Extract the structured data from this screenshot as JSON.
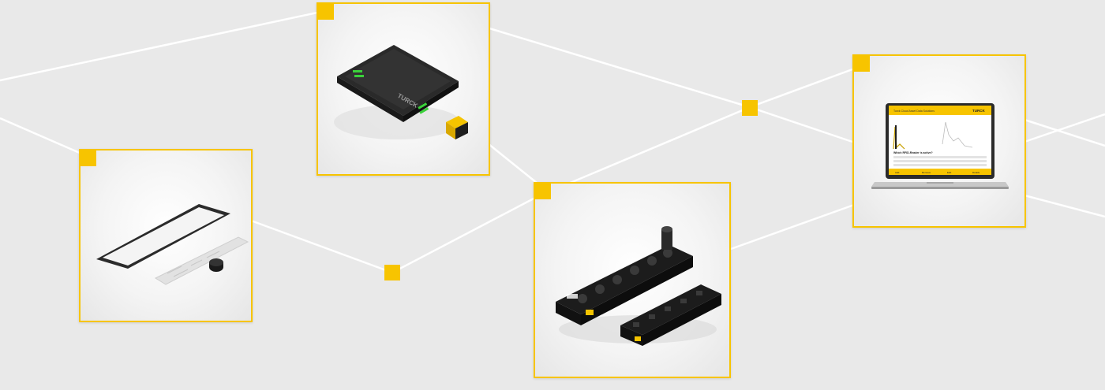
{
  "colors": {
    "accent": "#f7c400",
    "background": "#e9e9e9",
    "line": "#ffffff"
  },
  "cards": [
    {
      "name": "rfid-reader",
      "icon": "rfid-reader-device"
    },
    {
      "name": "rfid-tags",
      "icon": "rfid-tag-set"
    },
    {
      "name": "io-modules",
      "icon": "block-io-modules"
    },
    {
      "name": "laptop-dashboard",
      "icon": "laptop-with-dashboard"
    }
  ],
  "reader": {
    "brand": "TURCK"
  },
  "laptop": {
    "brand": "TURCK",
    "app_title": "Turck Cloud Asset Data Solutions",
    "question": "Which RFID-Reader is active?",
    "tabs": [
      "Add",
      "Remove",
      "Edit",
      "Details"
    ]
  }
}
